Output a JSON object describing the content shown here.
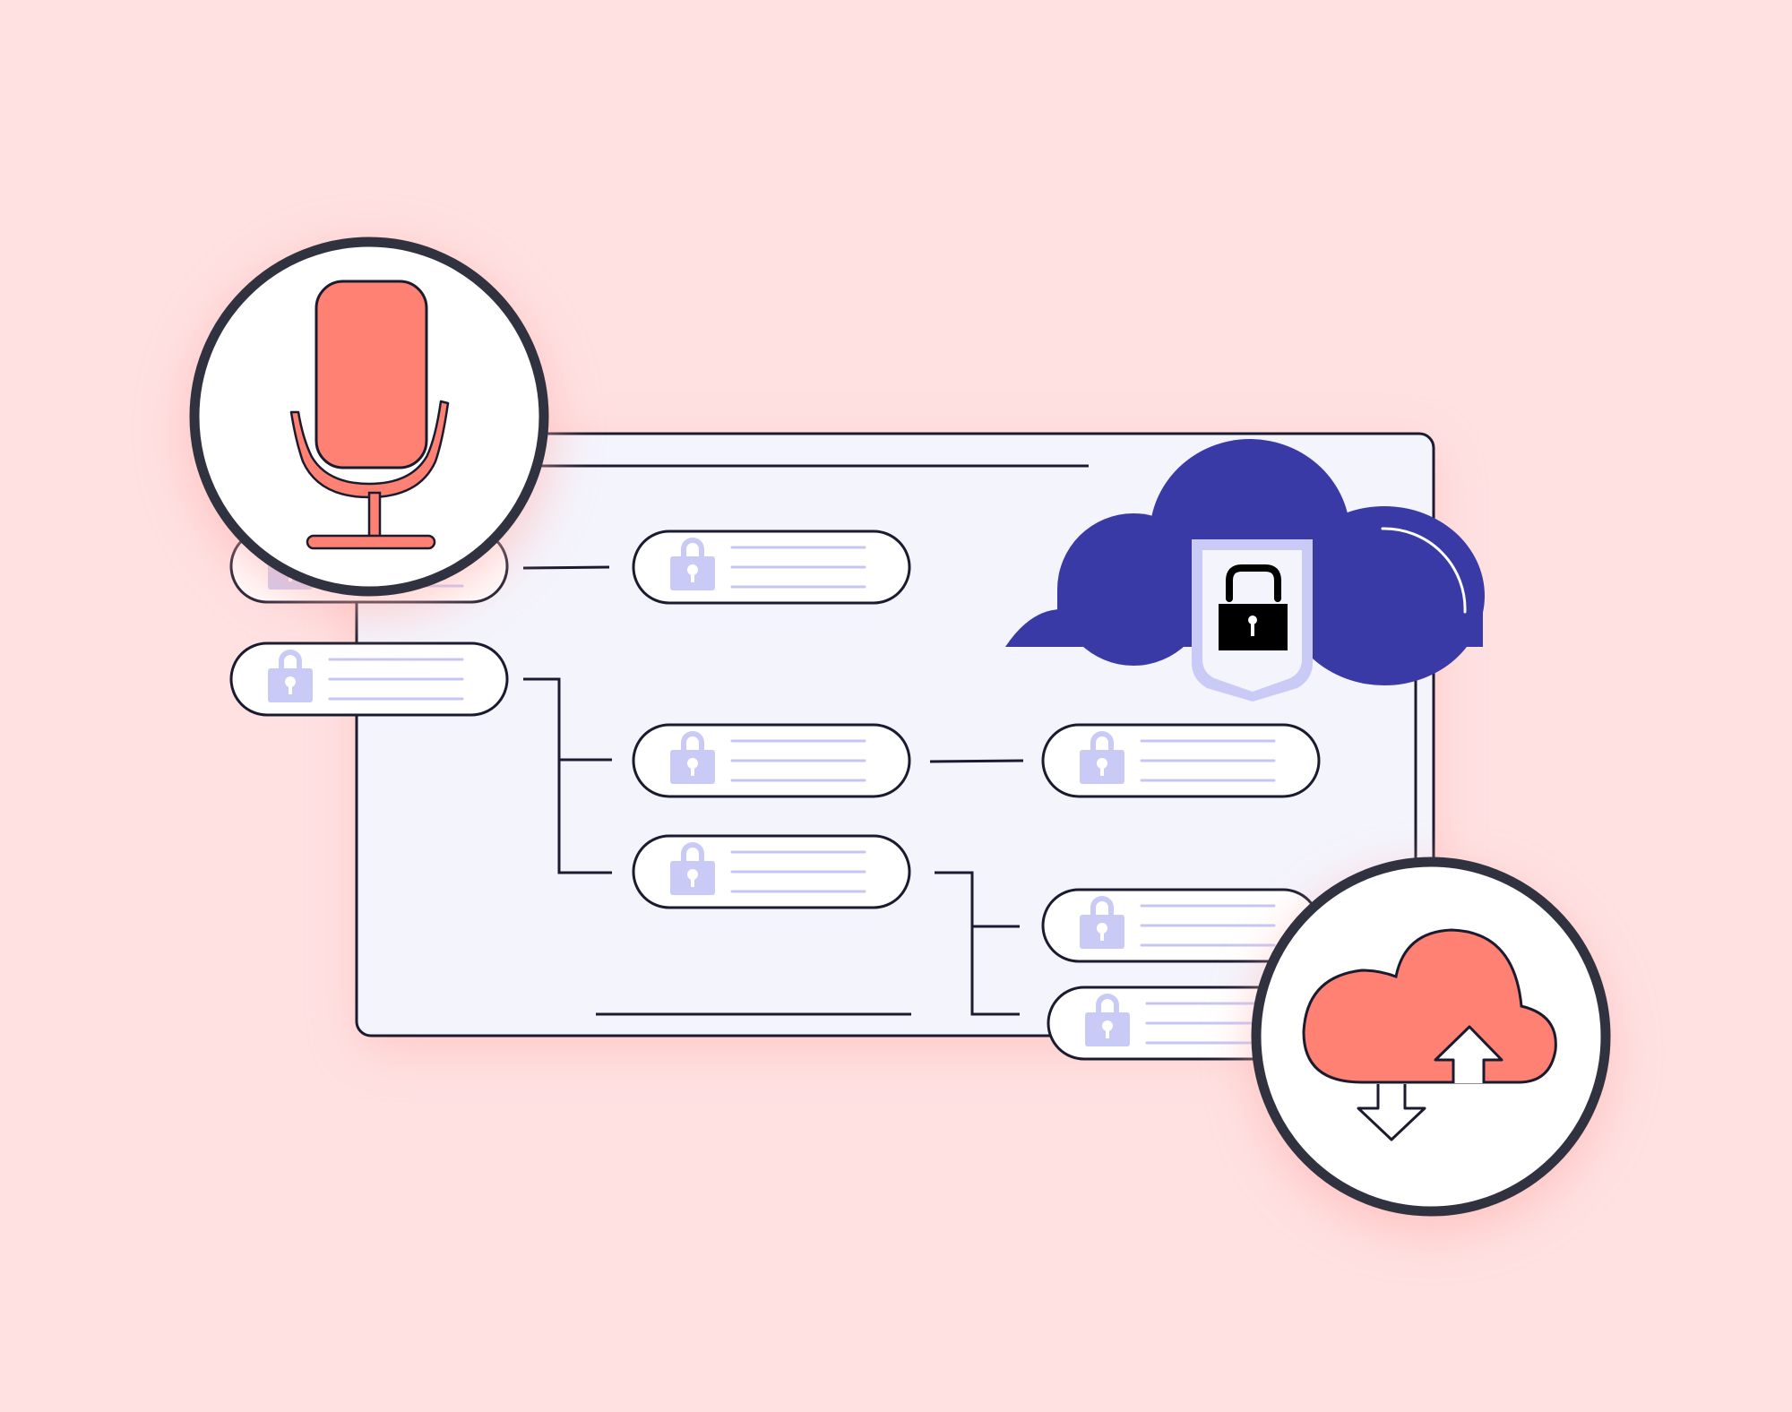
{
  "colors": {
    "background": "#ffe1e2",
    "window_fill": "#f4f4fc",
    "outline": "#1b1b2f",
    "accent_coral": "#ff8173",
    "cloud_navy": "#3a3aa6",
    "lock_lavender": "#c9cbf6",
    "glow": "#ffb3b0"
  },
  "icons": {
    "badge_left": "microphone-icon",
    "badge_right": "cloud-upload-download-icon",
    "cloud": "cloud-shield-lock-icon",
    "node": "padlock-icon"
  },
  "nodes": [
    {
      "id": "node-1",
      "icon": "padlock-icon"
    },
    {
      "id": "node-2",
      "icon": "padlock-icon"
    },
    {
      "id": "node-3",
      "icon": "padlock-icon"
    },
    {
      "id": "node-4",
      "icon": "padlock-icon"
    },
    {
      "id": "node-5",
      "icon": "padlock-icon"
    },
    {
      "id": "node-6",
      "icon": "padlock-icon"
    },
    {
      "id": "node-7",
      "icon": "padlock-icon"
    },
    {
      "id": "node-8",
      "icon": "padlock-icon"
    }
  ]
}
